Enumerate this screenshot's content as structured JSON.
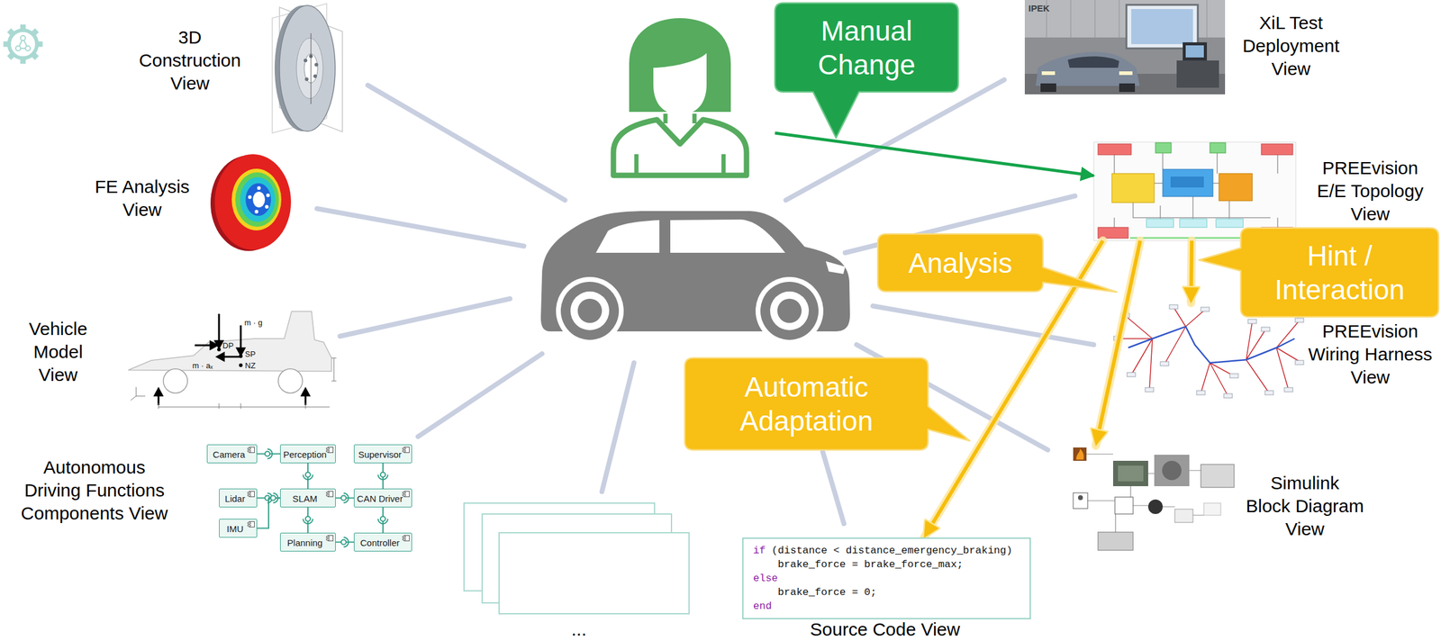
{
  "diagram": {
    "nodes": [
      {
        "text": [
          "3D Construction View"
        ]
      },
      {
        "text": [
          "Manual Change"
        ]
      },
      {
        "text": [
          "XiL Test Deployment View"
        ]
      },
      {
        "text": [
          "FE Analysis View"
        ]
      },
      {
        "text": [
          "PREEvision E/E Topology View"
        ]
      },
      {
        "text": [
          "Analysis"
        ]
      },
      {
        "text": [
          "Hint / Interaction"
        ]
      },
      {
        "text": [
          "PREEvision Wiring Harness View"
        ]
      },
      {
        "text": [
          "Vehicle Model View"
        ]
      },
      {
        "text": [
          "Automatic Adaptation"
        ]
      },
      {
        "text": [
          "Autonomous Driving Functions Components View"
        ]
      },
      {
        "text": [
          "Camera"
        ],
        "in": 10
      },
      {
        "text": [
          "Perception"
        ],
        "in": 10
      },
      {
        "text": [
          "Supervisor"
        ],
        "in": 10
      },
      {
        "text": [
          "Lidar"
        ],
        "in": 10
      },
      {
        "text": [
          "SLAM"
        ],
        "in": 10
      },
      {
        "text": [
          "CAN Driver"
        ],
        "in": 10
      },
      {
        "text": [
          "IMU"
        ],
        "in": 10
      },
      {
        "text": [
          "Planning"
        ],
        "in": 10
      },
      {
        "text": [
          "Controller"
        ],
        "in": 10
      },
      {
        "text": [
          "Simulink Block Diagram View"
        ]
      },
      {
        "text": [
          "..."
        ]
      },
      {
        "text": [
          "if (distance < distance_emergency_braking)",
          "brake_force = brake_force_max;",
          "else",
          "brake_force = 0;",
          "end",
          "Source Code View"
        ]
      }
    ],
    "edges": [
      {
        "from": 1,
        "to": 4,
        "arrow": "to"
      },
      {
        "from": 4,
        "to": 7,
        "arrow": "to"
      },
      {
        "from": 4,
        "to": 20,
        "arrow": "to"
      },
      {
        "from": 4,
        "to": 22,
        "arrow": "to"
      },
      {
        "from": 11,
        "to": 12,
        "arrow": "none"
      },
      {
        "from": 12,
        "to": 15,
        "arrow": "none"
      },
      {
        "from": 13,
        "to": 16,
        "arrow": "none"
      },
      {
        "from": 14,
        "to": 15,
        "arrow": "none"
      },
      {
        "from": 15,
        "to": 16,
        "arrow": "none"
      },
      {
        "from": 17,
        "to": 15,
        "arrow": "none"
      },
      {
        "from": 15,
        "to": 18,
        "arrow": "none"
      },
      {
        "from": 16,
        "to": 19,
        "arrow": "none"
      },
      {
        "from": 18,
        "to": 19,
        "arrow": "none"
      }
    ],
    "labels": [
      "IPEK",
      "m · g",
      "DP",
      "SP",
      "m · aₓ",
      "NZ"
    ]
  }
}
